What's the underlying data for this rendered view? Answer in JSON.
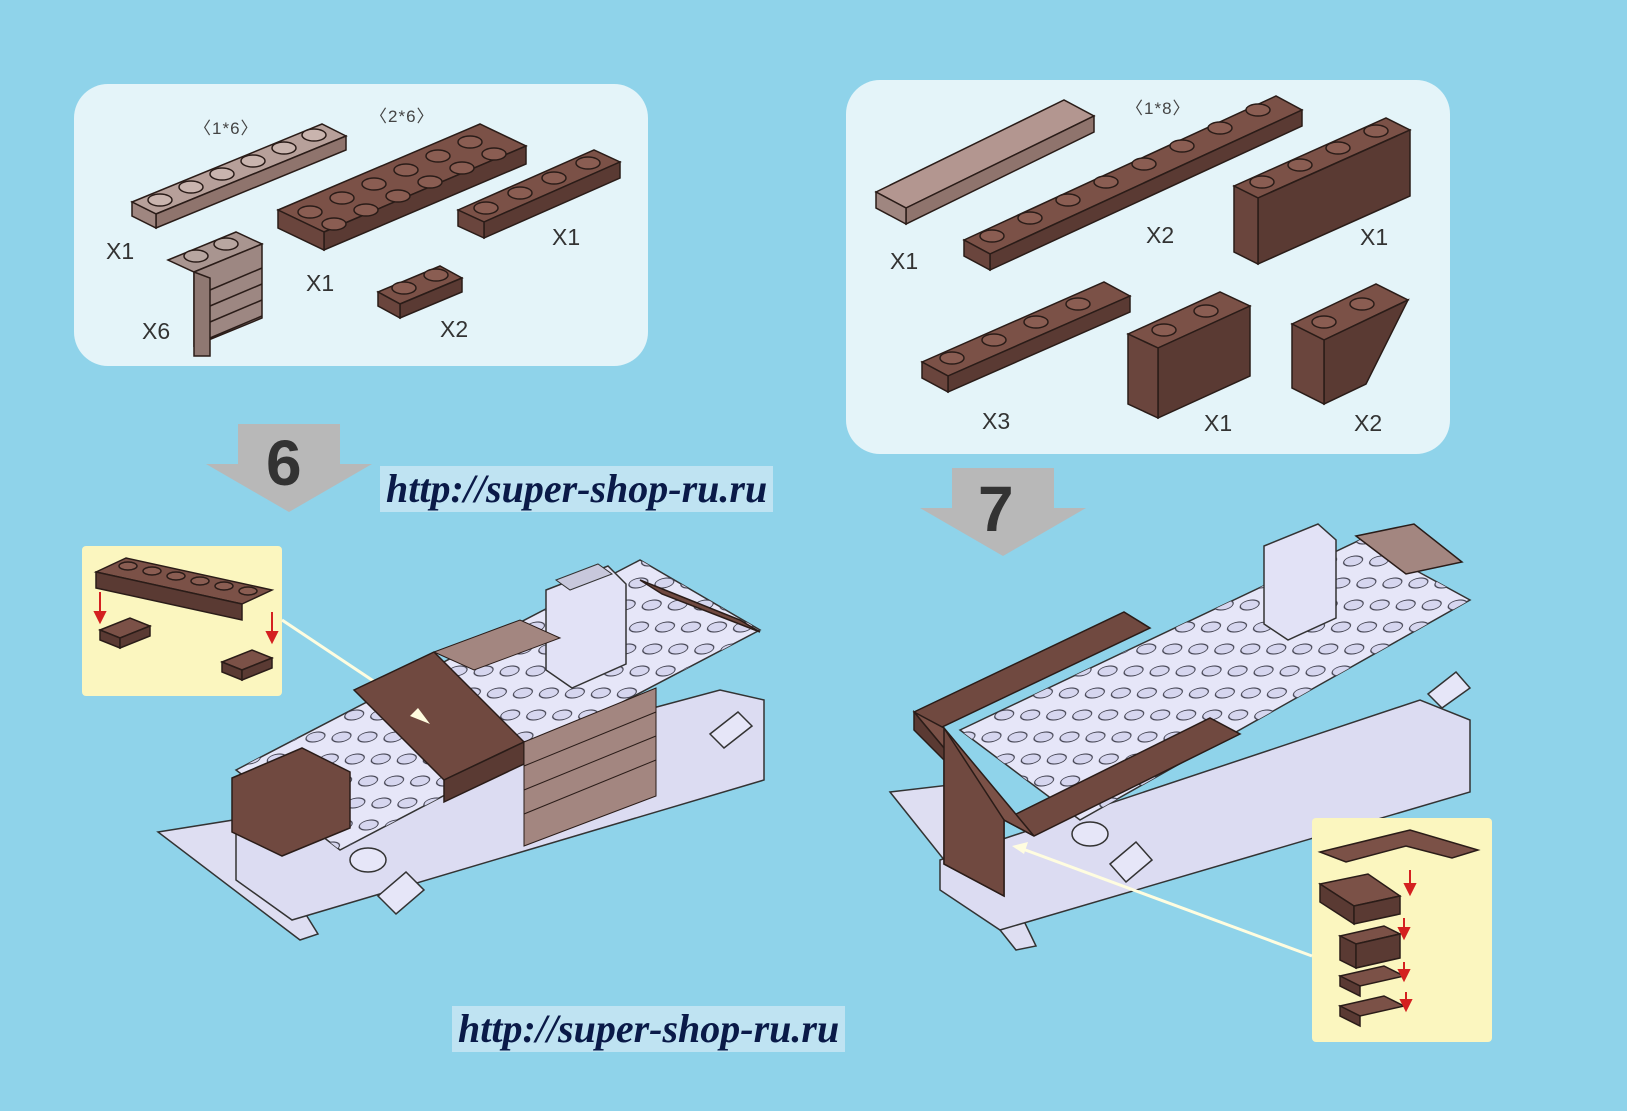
{
  "colors": {
    "background": "#8fd3ea",
    "panel": "#e4f4f9",
    "inset": "#fbf6bf",
    "dark_brown": "#704940",
    "light_brown": "#a38680",
    "lavender": "#e0e0f5",
    "arrow": "#b8b8b8",
    "url_text": "#0a1a48"
  },
  "parts_panel_left": {
    "size_labels": [
      "〈1*6〉",
      "〈2*6〉"
    ],
    "quantities": [
      "X1",
      "X1",
      "X1",
      "X6",
      "X2"
    ]
  },
  "parts_panel_right": {
    "size_labels": [
      "〈1*8〉"
    ],
    "quantities": [
      "X1",
      "X2",
      "X1",
      "X3",
      "X1",
      "X2"
    ]
  },
  "steps": [
    {
      "number": "6"
    },
    {
      "number": "7"
    }
  ],
  "watermarks": [
    "http://super-shop-ru.ru",
    "http://super-shop-ru.ru"
  ]
}
